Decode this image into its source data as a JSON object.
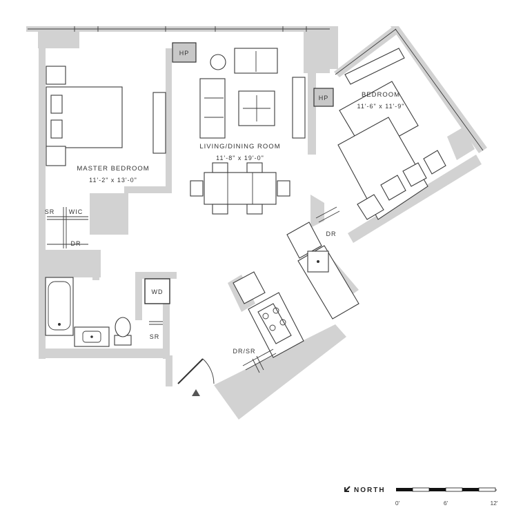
{
  "rooms": {
    "master_bedroom": {
      "name": "MASTER BEDROOM",
      "dims": "11'-2\" x 13'-0\""
    },
    "living_dining": {
      "name": "LIVING/DINING ROOM",
      "dims": "11'-8\" x 19'-0\""
    },
    "bedroom": {
      "name": "BEDROOM",
      "dims": "11'-6\" x 11'-9\""
    }
  },
  "labels": {
    "hp_1": "HP",
    "hp_2": "HP",
    "sr_1": "SR",
    "wic": "WIC",
    "dr_1": "DR",
    "wd": "WD",
    "sr_2": "SR",
    "dr_2": "DR",
    "dr_sr": "DR/SR"
  },
  "compass": {
    "label": "NORTH"
  },
  "scale": {
    "ticks": [
      "0'",
      "6'",
      "12'"
    ]
  }
}
